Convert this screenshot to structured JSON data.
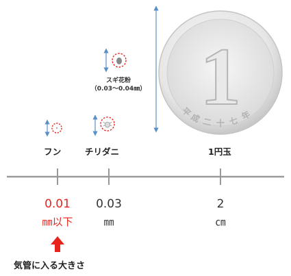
{
  "objects": {
    "fun": {
      "label": "フン"
    },
    "mite": {
      "label": "チリダニ"
    },
    "pollen": {
      "label_line1": "スギ花粉",
      "label_line2": "（0.03～0.04㎜）"
    },
    "coin": {
      "label": "1円玉",
      "numeral": "1",
      "inscription": "平成二十七年"
    }
  },
  "scale": {
    "ticks": [
      {
        "value": "0.01",
        "unit": "㎜以下",
        "highlight": true
      },
      {
        "value": "0.03",
        "unit": "㎜",
        "highlight": false
      },
      {
        "value": "2",
        "unit": "㎝",
        "highlight": false
      }
    ]
  },
  "callout": {
    "text": "気管に入る大きさ"
  },
  "colors": {
    "highlight": "#e8231b",
    "measure_arrow": "#5b8fc9",
    "axis": "#999999",
    "coin_light": "#f3f3f3",
    "coin_dark": "#b9b9b9"
  }
}
